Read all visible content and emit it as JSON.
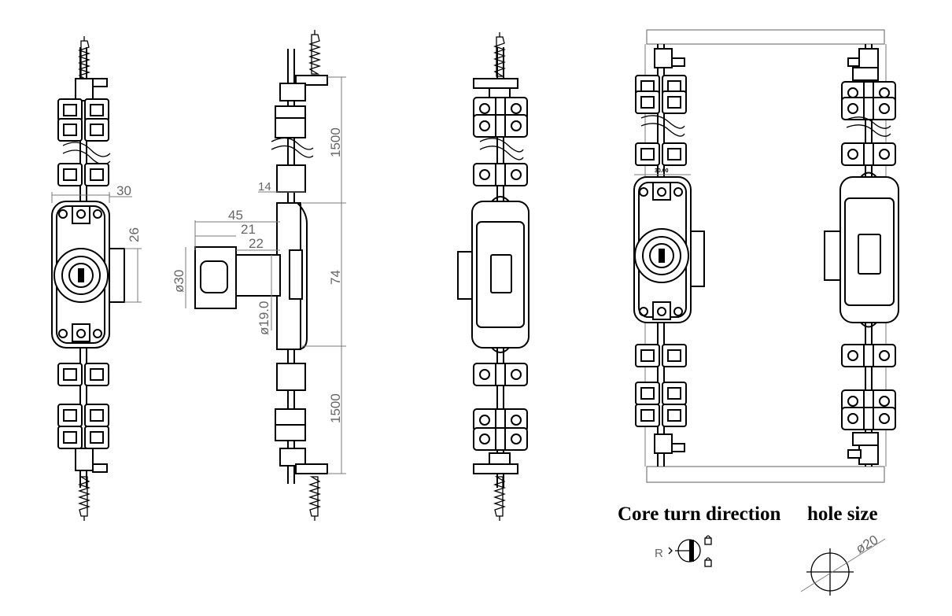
{
  "labels": {
    "core_turn_direction": "Core turn direction",
    "hole_size": "hole size",
    "r_marker": "R"
  },
  "dimensions": {
    "width_30": "30",
    "height_26": "26",
    "offset_14": "14",
    "length_45": "45",
    "length_21": "21",
    "length_22": "22",
    "dia_30": "ø30",
    "dia_19": "ø19.0",
    "rod_upper_1500": "1500",
    "body_74": "74",
    "rod_lower_1500": "1500",
    "frame_30": "30.00",
    "hole_dia": "ø20"
  }
}
